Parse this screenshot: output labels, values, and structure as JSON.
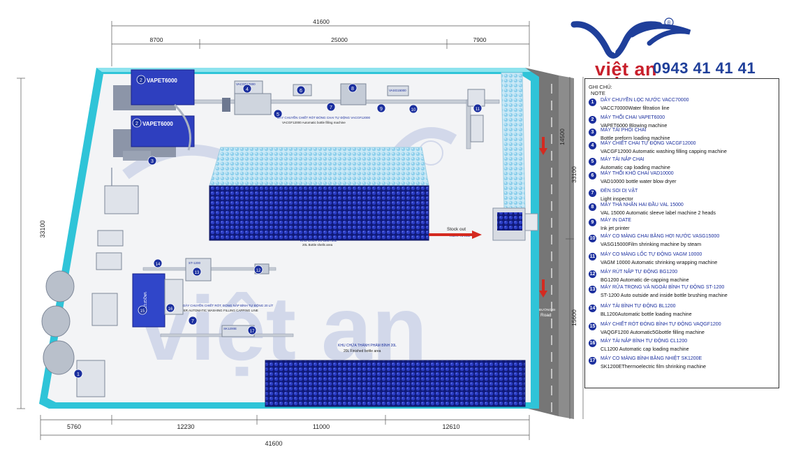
{
  "brand": {
    "name": "việt an",
    "phone": "0943 41 41 41",
    "registered": "®",
    "watermark": "việt an"
  },
  "dimensions": {
    "top_total": "41600",
    "top_segments": [
      "8700",
      "25000",
      "7900"
    ],
    "bottom_total": "41600",
    "bottom_segments": [
      "5760",
      "12230",
      "11000",
      "12610"
    ],
    "left_total": "33100",
    "right_total": "33100",
    "right_upper": "14500",
    "right_lower": "15600"
  },
  "machines": {
    "vapet_top": "VAPET6000",
    "vapet_bottom": "VAPET6000",
    "vacgf": "VACGF12000",
    "vasg": "VASG15000",
    "st": "ST-1200",
    "vaqgf": "VAQGF1200",
    "sk": "SK1200E"
  },
  "area_labels": {
    "line_vn": "DÂY CHUYỀN CHIẾT RÓT ĐÓNG CHAI TỰ ĐỘNG VACGF12000",
    "line_en": "VACGF12000 Automatic bottle filling machine",
    "shells_vn": "KHU CHỨA VỎ BÌNH 20L",
    "shells_en": "20L Bottle shells area",
    "finished_vn": "KHU CHỨA THÀNH PHẨM BÌNH 20L",
    "finished_en": "20L Finished bottle area",
    "line20_vn": "DÂY CHUYỀN CHIẾT RÓT, ĐÓNG NẮP BÌNH TỰ ĐỘNG 20 LÍT",
    "line20_en": "20 LITER AUTOMATIC WASHING FILLING CAPPING LINE",
    "stock_en": "Stock out",
    "stock_vn": "XUẤT HÀNG",
    "road_vn": "ĐƯỜNG ĐI",
    "road_en": "Road"
  },
  "legend": {
    "title_vn": "GHI CHÚ:",
    "title_en": "NOTE",
    "items": [
      {
        "num": "1",
        "vn": "DÂY CHUYỀN LỌC NƯỚC VACC70000",
        "en": "VACC70000Water filtration line"
      },
      {
        "num": "2",
        "vn": "MÁY THỔI CHAI VAPET6000",
        "en": "VAPET6000 Blowing machine"
      },
      {
        "num": "3",
        "vn": "MÁY TẢI PHÔI CHAI",
        "en": "Bottle preform loading machine"
      },
      {
        "num": "4",
        "vn": "MÁY CHIẾT CHAI TỰ ĐỘNG VACGF12000",
        "en": "VACGF12000 Automatic washing filling capping machine"
      },
      {
        "num": "5",
        "vn": "MÁY TẢI NẮP CHAI",
        "en": "Automatic cap loading machine"
      },
      {
        "num": "6",
        "vn": "MÁY THỔI KHÔ CHAI VAD10000",
        "en": "VAD10000 bottle water blow dryer"
      },
      {
        "num": "7",
        "vn": "ĐÈN SOI DỊ VẬT",
        "en": "Light inspector"
      },
      {
        "num": "8",
        "vn": "MÁY THẢ NHÃN HAI ĐẦU VAL 15000",
        "en": "VAL 15000 Automatic sleeve label machine  2 heads"
      },
      {
        "num": "9",
        "vn": "MÁY IN DATE",
        "en": "Ink jet printer"
      },
      {
        "num": "10",
        "vn": "MÁY CO MÀNG CHAI BẰNG HƠI NƯỚC VASG15000",
        "en": "VASG15000Film shrinking machine by steam"
      },
      {
        "num": "11",
        "vn": "MÁY CO MÀNG LỐC TỰ ĐỘNG VAGM 10000",
        "en": "VAGM 10000 Automatic shrinking wrapping machine"
      },
      {
        "num": "12",
        "vn": "MÁY RÚT NẮP TỰ ĐỘNG BG1200",
        "en": "BG1200 Automatic  de-capping machine"
      },
      {
        "num": "13",
        "vn": "MÁY RỬA TRONG VÀ NGOÀI BÌNH TỰ ĐỘNG ST-1200",
        "en": "ST-1200 Auto outside and  inside bottle brushing machine"
      },
      {
        "num": "14",
        "vn": "MÁY TẢI BÌNH TỰ ĐỘNG BL1200",
        "en": "BL1200Automatic bottle loading machine"
      },
      {
        "num": "15",
        "vn": "MÁY CHIẾT RÓT ĐÓNG BÌNH TỰ ĐỘNG VAQGF1200",
        "en": "VAQGF1200 Automatic5Gbottle filling machine"
      },
      {
        "num": "16",
        "vn": "MÁY TẢI NẮP BÌNH TỰ ĐỘNG CL1200",
        "en": "CL1200 Automatic cap loading machine"
      },
      {
        "num": "17",
        "vn": "MÁY CO MÀNG BÌNH BẰNG NHIỆT SK1200E",
        "en": "SK1200EThermoelectric film shrinking machine"
      }
    ]
  },
  "colors": {
    "wall": "#2fc4d8",
    "floor": "#f3f4f6",
    "machine": "#2e3fbf",
    "bottle_dark": "#1b2592",
    "bottle_light": "#9fd6ee",
    "road": "#6f6f6f",
    "arrow": "#d42a20",
    "brand_red": "#c8202c",
    "brand_blue": "#1f3f9a"
  }
}
